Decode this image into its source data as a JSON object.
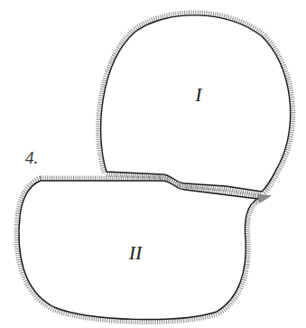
{
  "diagram": {
    "nodes": [
      {
        "text": [
          "I"
        ]
      },
      {
        "text": [
          "II"
        ]
      }
    ],
    "labels": [
      "4."
    ]
  }
}
